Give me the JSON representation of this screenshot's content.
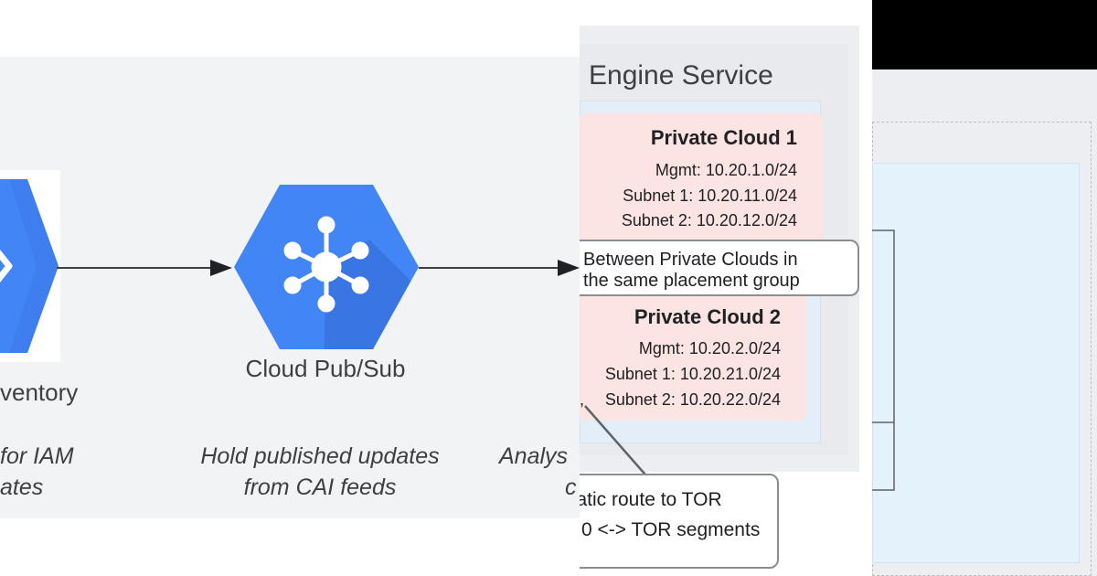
{
  "panel1": {
    "inventory_caption": "ventory",
    "inventory_desc_line1": "for IAM",
    "inventory_desc_line2": "ates",
    "pubsub_caption": "Cloud Pub/Sub",
    "pubsub_desc_line1": "Hold published updates",
    "pubsub_desc_line2": "from CAI feeds",
    "analysis_desc_line1": "Analys",
    "analysis_desc_line2": "c",
    "colors": {
      "icon_blue": "#4285f4",
      "icon_blue_dark": "#3367d6",
      "band": "#f2f3f5"
    }
  },
  "panel2": {
    "service_title": "Engine Service",
    "private_cloud_1": {
      "title": "Private Cloud 1",
      "mgmt": "Mgmt: 10.20.1.0/24",
      "subnet1": "Subnet 1: 10.20.11.0/24",
      "subnet2": "Subnet 2: 10.20.12.0/24"
    },
    "placement_callout": {
      "line1": "Between Private Clouds in",
      "line2": "the same placement group"
    },
    "private_cloud_2": {
      "title": "Private Cloud 2",
      "mgmt": "Mgmt: 10.20.2.0/24",
      "subnet1": "Subnet 1: 10.20.21.0/24",
      "subnet2": "Subnet 2: 10.20.22.0/24",
      "subnet2_prefix": ","
    },
    "tor_callout": {
      "line1": "atic route to TOR",
      "line2": "0 <-> TOR segments",
      "prefix1": "c"
    },
    "colors": {
      "private_cloud_bg": "#fbe4e1",
      "inner_blue": "#e3eef9",
      "outer_gray": "#eceef1"
    }
  },
  "panel3": {
    "colors": {
      "top_bar": "#000000",
      "light_blue": "#e4f2fb"
    }
  }
}
